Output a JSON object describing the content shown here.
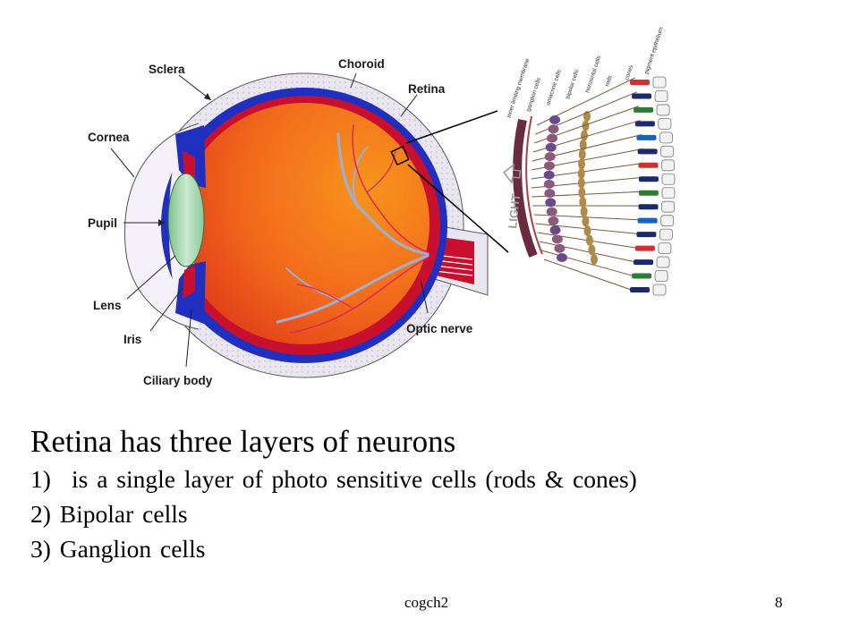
{
  "diagram": {
    "labels": {
      "sclera": "Sclera",
      "choroid": "Choroid",
      "retina": "Retina",
      "cornea": "Cornea",
      "pupil": "Pupil",
      "lens": "Lens",
      "iris": "Iris",
      "ciliary_body": "Ciliary body",
      "optic_nerve": "Optic nerve"
    },
    "inset": {
      "light_label": "LIGHT",
      "layer_labels": [
        "inner limiting membrane",
        "ganglion cells",
        "amacrine cells",
        "bipolar cells",
        "horizontal cells",
        "rods",
        "cones",
        "pigment epithelium"
      ]
    },
    "colors": {
      "sclera": "#e8e4ef",
      "choroid": "#1f2fc0",
      "retina": "#c8102e",
      "eye_inner": "#f26a1b",
      "lens": "#a8d6a8",
      "vessel_red": "#e0245e",
      "vessel_blue": "#9ab0d8"
    }
  },
  "slide": {
    "heading": "Retina has three layers of neurons",
    "items": [
      {
        "num": "1)",
        "text": "is a single layer of photo sensitive cells (rods & cones)"
      },
      {
        "num": "2)",
        "text": "Bipolar cells"
      },
      {
        "num": "3)",
        "text": "Ganglion cells"
      }
    ],
    "footer_left": "cogch2",
    "footer_right": "8"
  }
}
